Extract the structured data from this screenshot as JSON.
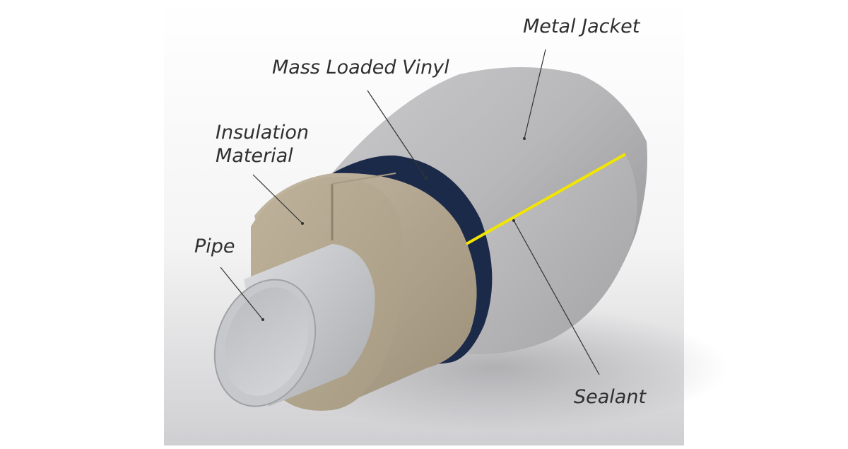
{
  "diagram": {
    "labels": {
      "metal_jacket": "Metal Jacket",
      "mass_loaded_vinyl": "Mass Loaded Vinyl",
      "insulation_line1": "Insulation",
      "insulation_line2": "Material",
      "pipe": "Pipe",
      "sealant": "Sealant"
    },
    "colors": {
      "jacket": "#b3b3b5",
      "vinyl": "#1c2a4a",
      "insulation": "#b5a78f",
      "pipe": "#c2c4c6",
      "sealant": "#f2e600"
    }
  }
}
